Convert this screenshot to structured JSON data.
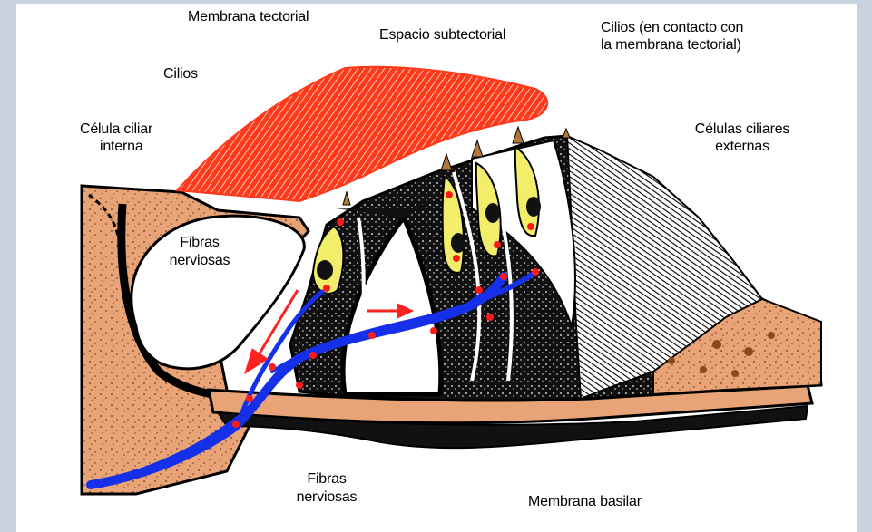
{
  "labels": {
    "membrana_tectorial": "Membrana tectorial",
    "espacio_subtectorial": "Espacio subtectorial",
    "cilios_contacto_1": "Cilios (en contacto con",
    "cilios_contacto_2": "la membrana tectorial)",
    "cilios": "Cilios",
    "celula_ciliar_interna_1": "Célula ciliar",
    "celula_ciliar_interna_2": "interna",
    "celulas_ciliares_externas_1": "Células ciliares",
    "celulas_ciliares_externas_2": "externas",
    "fibras_nerviosas_top_1": "Fibras",
    "fibras_nerviosas_top_2": "nerviosas",
    "fibras_nerviosas_bottom_1": "Fibras",
    "fibras_nerviosas_bottom_2": "nerviosas",
    "membrana_basilar": "Membrana basilar"
  },
  "colors": {
    "frame": "#c9d3e0",
    "tectorial": "#ff3a1a",
    "tissue": "#e8a377",
    "hair_cell": "#f2ee6a",
    "nerve": "#1530e8",
    "arrow": "#ff2020",
    "dot": "#ff1a1a"
  }
}
